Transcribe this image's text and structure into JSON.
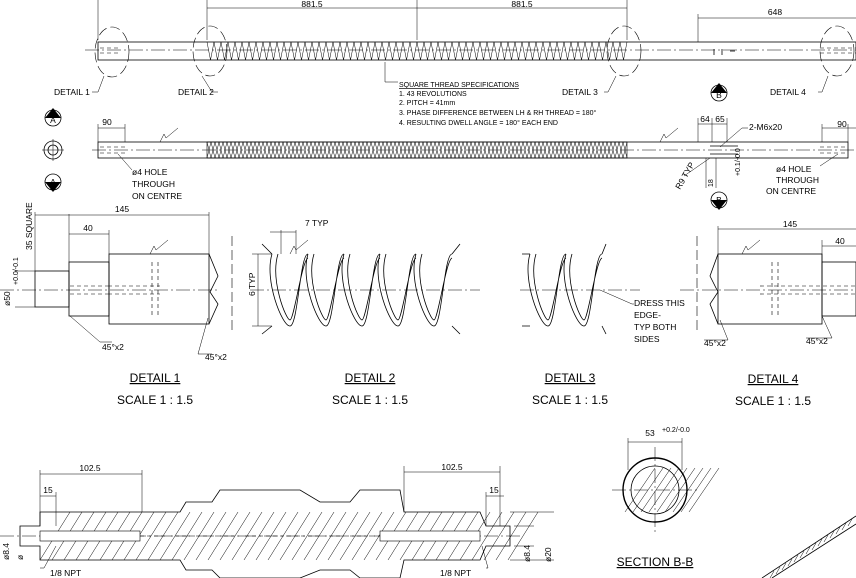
{
  "dims": {
    "top_span_left": "881.5",
    "top_span_right": "881.5",
    "top_right_len": "648",
    "end_len_left": "90",
    "end_len_right": "90",
    "mid_dim_a": "64",
    "mid_dim_b": "65",
    "thread_callout": "2-M6x20",
    "radius": "R9 TYP",
    "groove": "18",
    "groove_tol": "+0.1/-0.0",
    "hole_left": [
      "ø4 HOLE",
      "THROUGH",
      "ON CENTRE"
    ],
    "hole_right": [
      "ø4 HOLE",
      "THROUGH",
      "ON CENTRE"
    ],
    "square": "35 SQUARE",
    "len_145_left": "145",
    "len_40_left": "40",
    "dia_left": "ø50",
    "dia_left_tol": "+0.0/-0.1",
    "pitch_typ": "7 TYP",
    "depth_typ": "6 TYP",
    "chamfer_1": "45°x2",
    "chamfer_2": "45°x2",
    "chamfer_3": "45°x2",
    "chamfer_4": "45°x2",
    "dress_note": [
      "DRESS THIS",
      "EDGE-",
      "TYP BOTH",
      "SIDES"
    ],
    "len_145_right": "145",
    "len_40_right": "40",
    "bottom_left_len": "102.5",
    "bottom_right_len": "102.5",
    "bottom_left_15": "15",
    "bottom_right_15": "15",
    "bottom_dia_left": "ø8.4",
    "bottom_dia_mid": "ø",
    "bottom_dia_right": "ø8.4",
    "bottom_dia_right2": "ø20",
    "npt_left": "1/8 NPT",
    "npt_right": "1/8 NPT",
    "section_dim": "53",
    "section_tol": "+0.2/-0.0"
  },
  "spec": {
    "title": "SQUARE THREAD SPECIFICATIONS",
    "lines": [
      "1. 43 REVOLUTIONS",
      "2. PITCH = 41mm",
      "3. PHASE DIFFERENCE BETWEEN LH & RH THREAD = 180°",
      "4. RESULTING DWELL ANGLE = 180° EACH END"
    ]
  },
  "detail_refs": {
    "d1": "DETAIL 1",
    "d2": "DETAIL 2",
    "d3": "DETAIL 3",
    "d4": "DETAIL 4"
  },
  "detail_views": [
    {
      "title": "DETAIL 1",
      "scale": "SCALE 1 : 1.5"
    },
    {
      "title": "DETAIL 2",
      "scale": "SCALE 1 : 1.5"
    },
    {
      "title": "DETAIL 3",
      "scale": "SCALE 1 : 1.5"
    },
    {
      "title": "DETAIL 4",
      "scale": "SCALE 1 : 1.5"
    }
  ],
  "section": {
    "title": "SECTION B-B"
  },
  "markers": {
    "a": "A",
    "b": "B",
    "finish": "a"
  }
}
